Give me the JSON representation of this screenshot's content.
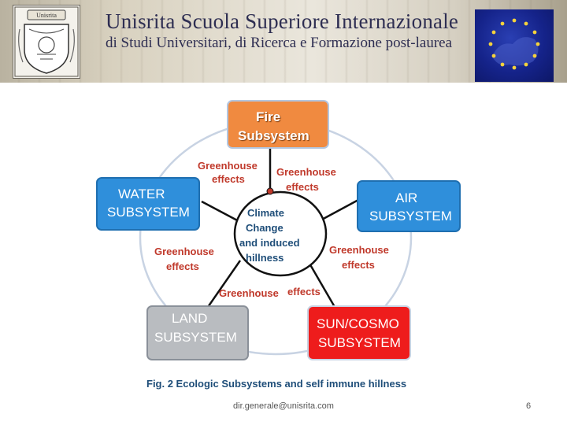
{
  "header": {
    "title_line1": "Unisrita  Scuola Superiore Internazionale",
    "title_line2": "di Studi Universitari, di Ricerca e Formazione post-laurea",
    "crest_text": "Unisrita"
  },
  "diagram": {
    "fire": {
      "line1": "Fire",
      "line2": "Subsystem"
    },
    "water": {
      "line1": "WATER",
      "line2": "SUBSYSTEM"
    },
    "air": {
      "line1": "AIR",
      "line2": "SUBSYSTEM"
    },
    "land": {
      "line1": "LAND",
      "line2": "SUBSYSTEM"
    },
    "sun": {
      "line1": "SUN/COSMO",
      "line2": "SUBSYSTEM"
    },
    "center": {
      "line1": "Climate",
      "line2": "Change",
      "line3": "and induced",
      "line4": "hillness"
    },
    "greenhouse": {
      "top_left_1": "Greenhouse",
      "top_left_2": "effects",
      "top_right_1": "Greenhouse",
      "top_right_2": "effects",
      "left_1": "Greenhouse",
      "left_2": "effects",
      "right_1": "Greenhouse",
      "right_2": "effects",
      "bottom_1": "Greenhouse",
      "bottom_2": "effects"
    },
    "colors": {
      "fire": "#f08a40",
      "water": "#2f8fdb",
      "air": "#2f8fdb",
      "land": "#b9bcc0",
      "sun": "#ee1c1c",
      "text_red": "#c0392b",
      "text_blue": "#1f4e79"
    }
  },
  "caption": "Fig. 2 Ecologic Subsystems and self immune hillness",
  "footer": {
    "email": "dir.generale@unisrita.com",
    "page": "6"
  }
}
